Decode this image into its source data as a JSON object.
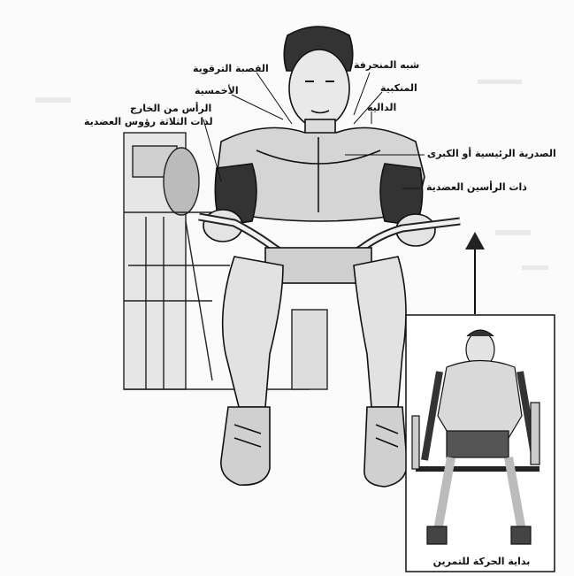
{
  "labels": {
    "trapezius": "شبه المنحرفة",
    "clavicle": "القصبة الترقوية",
    "shoulder": "المنكبية",
    "pentagon": "الأخمسية",
    "deltoid": "الدالية",
    "triceps_line1": "الرأس من الخارج",
    "triceps_line2": "لذات الثلاثة رؤوس العضدية",
    "pectoral": "الصدرية الرئيسية أو الكبرى",
    "biceps": "ذات الرأسين العضدية"
  },
  "inset": {
    "caption": "بداية الحركة للتمرين"
  }
}
